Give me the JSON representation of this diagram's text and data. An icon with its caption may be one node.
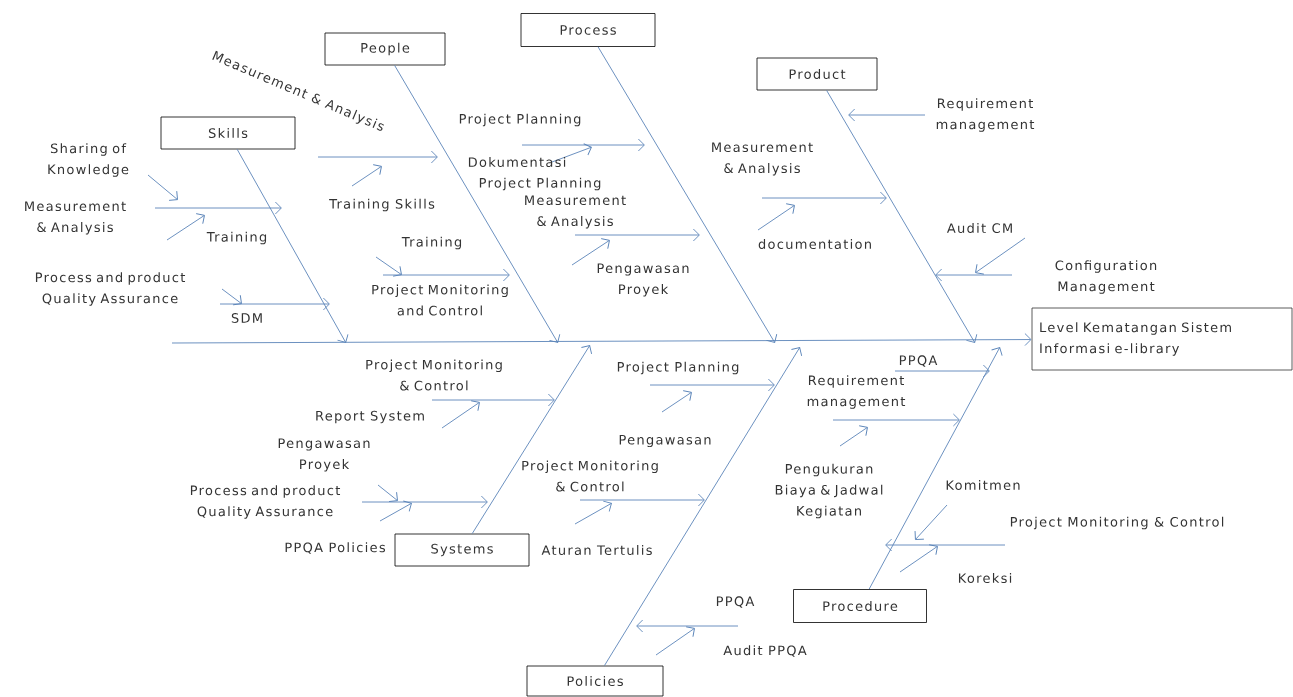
{
  "diagram": {
    "nodes": [
      {
        "text": [
          "Skills"
        ]
      },
      {
        "text": [
          "People"
        ]
      },
      {
        "text": [
          "Process"
        ]
      },
      {
        "text": [
          "Product"
        ]
      },
      {
        "text": [
          "Systems"
        ]
      },
      {
        "text": [
          "Policies"
        ]
      },
      {
        "text": [
          "Procedure"
        ]
      },
      {
        "text": [
          "Level Kematangan Sistem Informasi e-library"
        ]
      }
    ],
    "edges": [
      {
        "from": 0,
        "to": null,
        "arrow": "to"
      },
      {
        "from": 1,
        "to": null,
        "arrow": "to"
      },
      {
        "from": 2,
        "to": null,
        "arrow": "to"
      },
      {
        "from": 3,
        "to": null,
        "arrow": "to"
      },
      {
        "from": 4,
        "to": null,
        "arrow": "to"
      },
      {
        "from": 5,
        "to": null,
        "arrow": "to"
      },
      {
        "from": 6,
        "to": null,
        "arrow": "to"
      },
      {
        "from": null,
        "to": 7,
        "arrow": "to"
      }
    ],
    "labels": [
      "Measurement & Analysis",
      "Sharing of Knowledge",
      "Measurement & Analysis",
      "Training",
      "Process and product Quality Assurance",
      "SDM",
      "Training Skills",
      "Training",
      "Project Monitoring and Control",
      "Project Planning",
      "Dokumentasi",
      "Project Planning",
      "Measurement & Analysis",
      "Pengawasan Proyek",
      "Measurement & Analysis",
      "documentation",
      "Requirement management",
      "Audit CM",
      "Configuration Management",
      "Project Monitoring & Control",
      "Report System",
      "Pengawasan Proyek",
      "Process and product Quality Assurance",
      "PPQA Policies",
      "Project Planning",
      "Pengawasan",
      "Project Monitoring & Control",
      "Aturan Tertulis",
      "PPQA",
      "Requirement management",
      "Pengukuran Biaya & Jadwal Kegiatan",
      "Komitmen",
      "Project Monitoring & Control",
      "Koreksi",
      "PPQA",
      "Audit PPQA"
    ]
  }
}
